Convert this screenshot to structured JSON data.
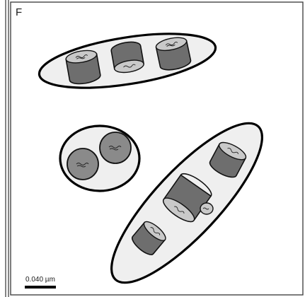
{
  "figure": {
    "panel_label": "F",
    "scale_bar": {
      "label": "0.040 µm"
    }
  },
  "colors": {
    "capsule_fill": "#efefef",
    "particle_side": "#6e6e6e",
    "particle_cap": "#c9c9c9",
    "sphere_fill": "#8a8a8a"
  },
  "groups": [
    {
      "name": "top-capsule",
      "particle_count": 3,
      "particle_shape": "cylinder"
    },
    {
      "name": "left-round-capsule",
      "particle_count": 2,
      "particle_shape": "sphere"
    },
    {
      "name": "diagonal-capsule",
      "particle_count": 4,
      "particle_shape": "cylinder"
    }
  ]
}
